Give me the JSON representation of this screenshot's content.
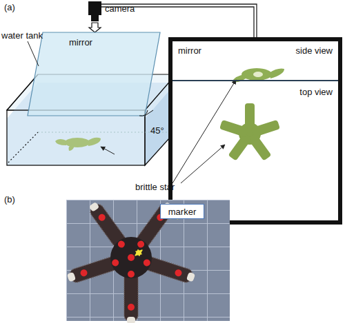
{
  "diagram": {
    "nodes": [
      {
        "text": [
          "mirror",
          "side view"
        ]
      },
      {
        "text": [
          "top view"
        ]
      },
      {
        "text": [
          "marker"
        ]
      }
    ],
    "labels": [
      "(a)",
      "camera",
      "mirror",
      "water tank",
      "45°",
      "brittle star",
      "(b)"
    ]
  }
}
